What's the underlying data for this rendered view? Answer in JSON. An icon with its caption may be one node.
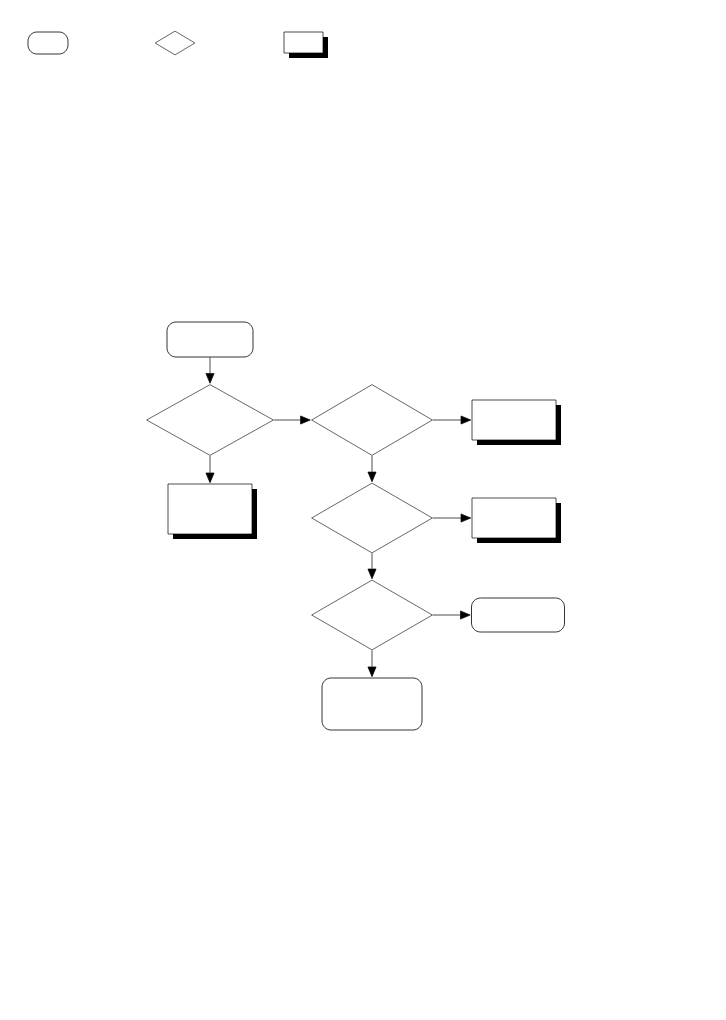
{
  "diagram": {
    "nodes": [
      {
        "text": [],
        "shape": "oval"
      },
      {
        "text": [],
        "shape": "diamond"
      },
      {
        "text": [],
        "shape": "box"
      },
      {
        "text": [],
        "shape": "oval"
      },
      {
        "text": [],
        "shape": "diamond"
      },
      {
        "text": [],
        "shape": "diamond"
      },
      {
        "text": [],
        "shape": "box"
      },
      {
        "text": [],
        "shape": "box"
      },
      {
        "text": [],
        "shape": "diamond"
      },
      {
        "text": [],
        "shape": "box"
      },
      {
        "text": [],
        "shape": "diamond"
      },
      {
        "text": [],
        "shape": "oval"
      },
      {
        "text": [],
        "shape": "oval"
      }
    ],
    "edges": [
      {
        "from": 3,
        "to": 4,
        "arrow": "to"
      },
      {
        "from": 4,
        "to": 5,
        "arrow": "to"
      },
      {
        "from": 5,
        "to": 6,
        "arrow": "to"
      },
      {
        "from": 4,
        "to": 7,
        "arrow": "to"
      },
      {
        "from": 5,
        "to": 8,
        "arrow": "to"
      },
      {
        "from": 8,
        "to": 9,
        "arrow": "to"
      },
      {
        "from": 8,
        "to": 10,
        "arrow": "to"
      },
      {
        "from": 10,
        "to": 11,
        "arrow": "to"
      },
      {
        "from": 10,
        "to": 12,
        "arrow": "to"
      }
    ]
  }
}
